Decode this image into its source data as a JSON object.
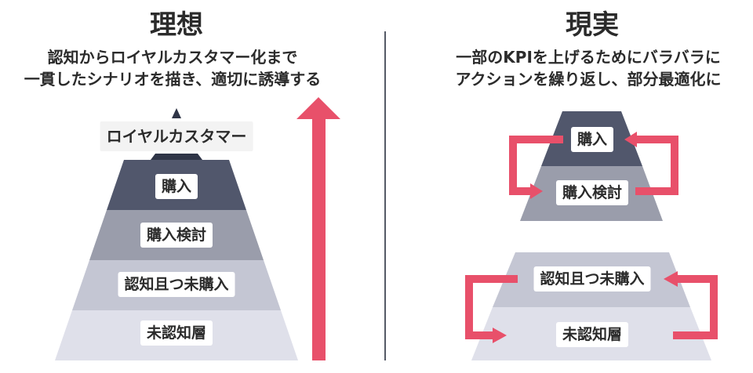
{
  "ideal": {
    "title": "理想",
    "desc_line1": "認知からロイヤルカスタマー化まで",
    "desc_line2": "一貫したシナリオを描き、適切に誘導する",
    "levels": {
      "royal": "ロイヤルカスタマー",
      "purchase": "購入",
      "consider": "購入検討",
      "aware": "認知且つ未購入",
      "unaware": "未認知層"
    }
  },
  "reality": {
    "title": "現実",
    "desc_line1": "一部のKPIを上げるためにバラバラに",
    "desc_line2": "アクションを繰り返し、部分最適化に",
    "levels": {
      "purchase": "購入",
      "consider": "購入検討",
      "aware": "認知且つ未購入",
      "unaware": "未認知層"
    }
  },
  "colors": {
    "dark": "#2f3547",
    "navy": "#51576c",
    "mid": "#9a9dab",
    "light": "#c4c6d3",
    "pale": "#dfe0ea",
    "accent": "#e8506a"
  }
}
